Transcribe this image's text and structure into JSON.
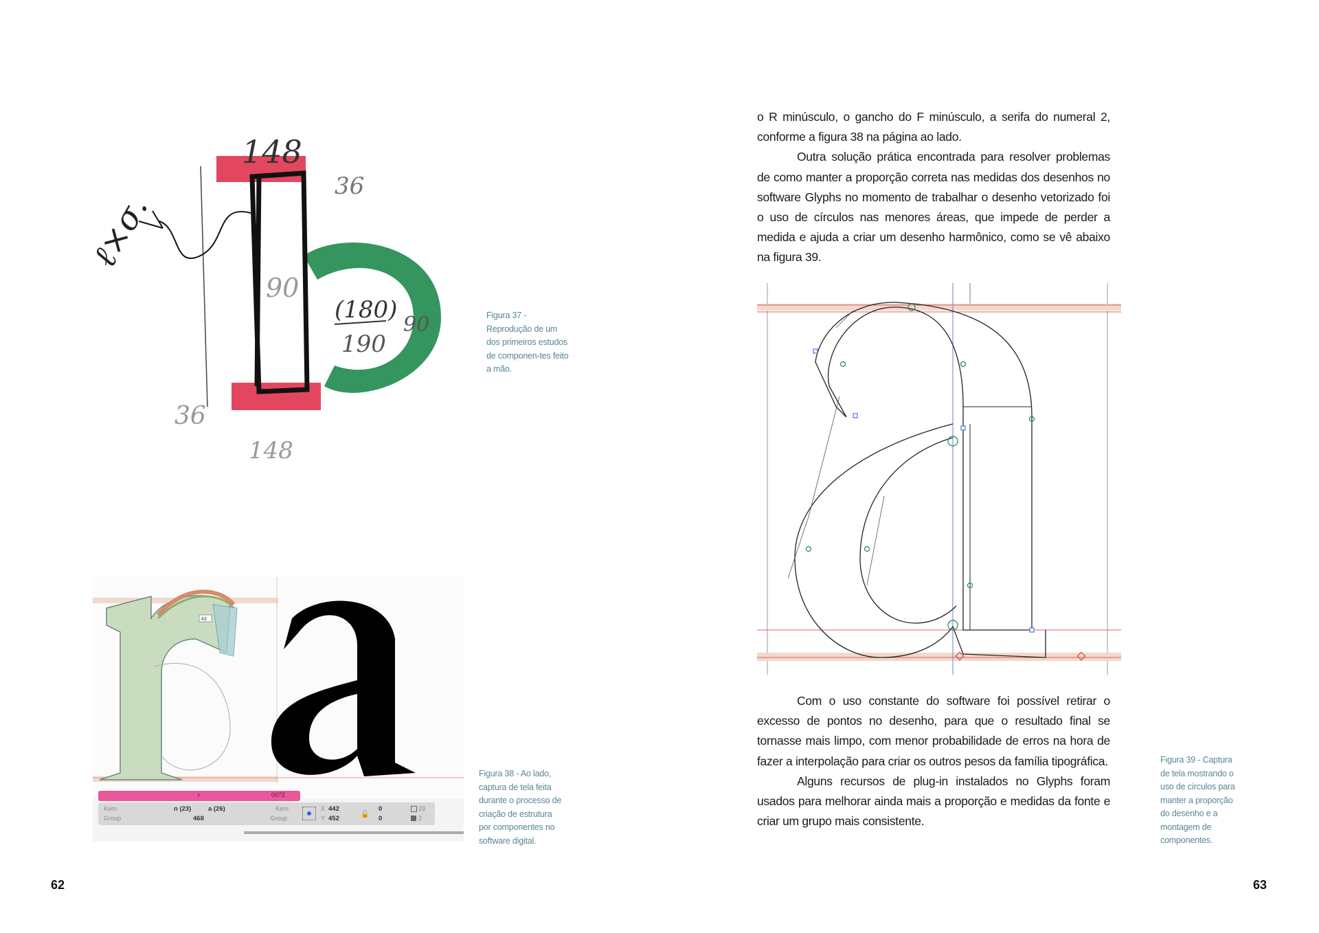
{
  "left_page": {
    "page_number": "62",
    "figure37": {
      "caption": "Figura 37 - Reprodução de um dos primeiros estudos de componen-tes feito a mão.",
      "sketch_annotations": [
        "148",
        "36",
        "90",
        "(180)",
        "190",
        "90",
        "36",
        "148",
        "ℓ×σ."
      ]
    },
    "figure38": {
      "caption": "Figura 38 - Ao lado, captura de tela feita durante o processo de criação de estrutura por componentes no software digital.",
      "glyphs_ui": {
        "glyph_name": "r",
        "unicode": "0072",
        "kern_label": "Kern",
        "group_label": "Group",
        "kern_left": "n (23)",
        "kern_right": "a (26)",
        "width": "468",
        "kern_label_2": "Kern",
        "group_label_2": "Group",
        "x_label": "X",
        "x_value": "442",
        "y_label": "Y",
        "y_value": "452",
        "w_value": "0",
        "h_value": "0",
        "count_outline": "29",
        "count_filled": "2",
        "tooltip": "43"
      }
    }
  },
  "right_page": {
    "page_number": "63",
    "paragraphs_top": [
      "o R minúsculo, o gancho do F minúsculo, a serifa do numeral 2, conforme a figura 38 na página ao lado.",
      "Outra solução prática encontrada para resolver problemas de como manter a proporção correta nas medidas dos desenhos no software Glyphs no momento de trabalhar o desenho vetorizado foi o uso de círculos nas menores áreas, que impede de perder a medida e ajuda a criar um desenho harmônico, como se vê abaixo na figura 39."
    ],
    "paragraphs_bottom": [
      "Com o uso constante do software foi possível retirar o excesso de pontos no desenho, para que o resultado final se tornasse mais limpo, com menor probabilidade de erros na hora de fazer a interpolação para criar os outros pesos da família tipográfica.",
      "Alguns recursos de plug-in instalados no Glyphs foram usados para melhorar ainda mais a proporção e medidas da fonte e criar um grupo mais consistente."
    ],
    "figure39": {
      "caption": "Figura 39 - Captura de tela mostrando o uso de círculos para manter a proporção do desenho e a montagem de componentes."
    }
  },
  "colors": {
    "caption": "#5a8595",
    "sketch_red": "#e0334f",
    "sketch_green": "#1f8a4c",
    "glyphs_pink": "#e8589a",
    "glyph_fill_green": "#c9dcc0",
    "guideline_red": "#e06060",
    "guideline_blue": "#7a7ad0"
  }
}
